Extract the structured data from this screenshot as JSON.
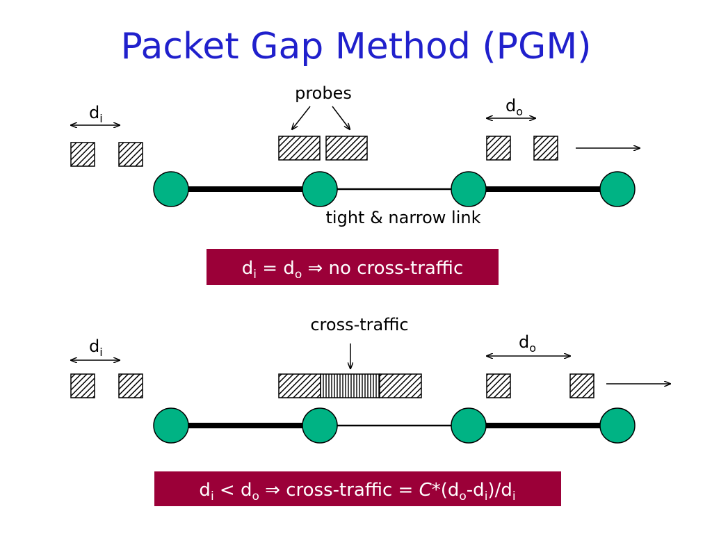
{
  "title": "Packet Gap Method (PGM)",
  "top_diagram": {
    "label_di_main": "d",
    "label_di_sub": "i",
    "label_probes": "probes",
    "label_do_main": "d",
    "label_do_sub": "o",
    "label_link": "tight & narrow link",
    "formula": {
      "d1": "d",
      "s1": "i",
      "mid": " = d",
      "s2": "o",
      "tail": " ⇒ no cross-traffic"
    }
  },
  "bottom_diagram": {
    "label_di_main": "d",
    "label_di_sub": "i",
    "label_cross": "cross-traffic",
    "label_do_main": "d",
    "label_do_sub": "o",
    "formula": {
      "d1": "d",
      "s1": "i",
      "mid": " < d",
      "s2": "o",
      "tail": " ⇒ cross-traffic = ",
      "cap": "C",
      "star": "*(d",
      "s3": "o",
      "dash": "-d",
      "s4": "i",
      "close": ")/d",
      "s5": "i"
    }
  },
  "colors": {
    "title": "#2020cc",
    "node_fill": "#00b384",
    "formula_box": "#9b0038"
  }
}
